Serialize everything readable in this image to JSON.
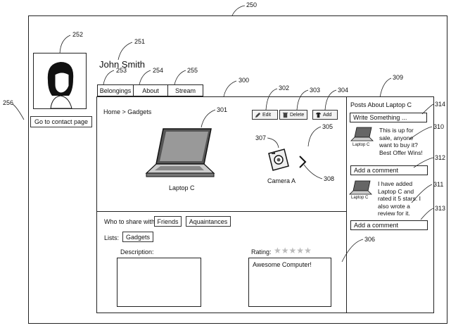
{
  "profile": {
    "name": "John Smith",
    "contact_button": "Go to contact page"
  },
  "tabs": [
    "Belongings",
    "About",
    "Stream"
  ],
  "breadcrumb": "Home > Gadgets",
  "toolbar": {
    "edit": "Edit",
    "delete": "Delete",
    "add": "Add"
  },
  "items": {
    "laptop": "Laptop C",
    "camera": "Camera A"
  },
  "share": {
    "label": "Who to share with",
    "friends": "Friends",
    "acquaintances": "Aquaintances",
    "lists_label": "Lists:",
    "list_value": "Gadgets"
  },
  "description_label": "Description:",
  "rating": {
    "label": "Rating:",
    "stars": 5
  },
  "review_text": "Awesome Computer!",
  "posts": {
    "title": "Posts About Laptop C",
    "write_placeholder": "Write Something ...",
    "post1": {
      "thumb_label": "Laptop C",
      "lines": [
        "This is up for",
        "sale, anyone",
        "want to buy it?",
        "Best Offer Wins!"
      ]
    },
    "comment1_placeholder": "Add a comment",
    "post2": {
      "thumb_label": "Laptop C",
      "lines": [
        "I have added",
        "Laptop C and",
        "rated it 5 stars. I",
        "also wrote a",
        "review for it."
      ]
    },
    "comment2_placeholder": "Add a comment"
  },
  "refs": {
    "r250": "250",
    "r251": "251",
    "r252": "252",
    "r253": "253",
    "r254": "254",
    "r255": "255",
    "r256": "256",
    "r300": "300",
    "r301": "301",
    "r302": "302",
    "r303": "303",
    "r304": "304",
    "r305": "305",
    "r306": "306",
    "r307": "307",
    "r308": "308",
    "r309": "309",
    "r310": "310",
    "r311": "311",
    "r312": "312",
    "r313": "313",
    "r314": "314"
  }
}
